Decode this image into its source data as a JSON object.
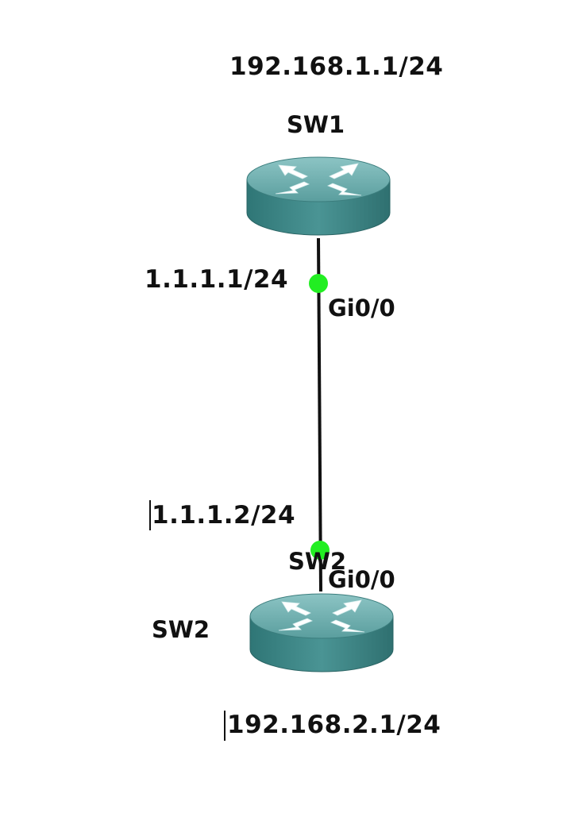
{
  "sw1": {
    "name": "SW1",
    "lan_ip": "192.168.1.1/24",
    "link_ip": "1.1.1.1/24",
    "interface": "Gi0/0"
  },
  "sw2": {
    "name": "SW2",
    "name_overlap": "SW2",
    "lan_ip": "192.168.2.1/24",
    "link_ip": "1.1.1.2/24",
    "interface": "Gi0/0"
  },
  "colors": {
    "link": "#111111",
    "port_up": "#22ee22",
    "router_body": "#3f8a8a",
    "router_top": "#6fb1b1",
    "label": "#111111"
  },
  "icons": {
    "router": "router-icon",
    "port_status": "port-status-icon"
  }
}
